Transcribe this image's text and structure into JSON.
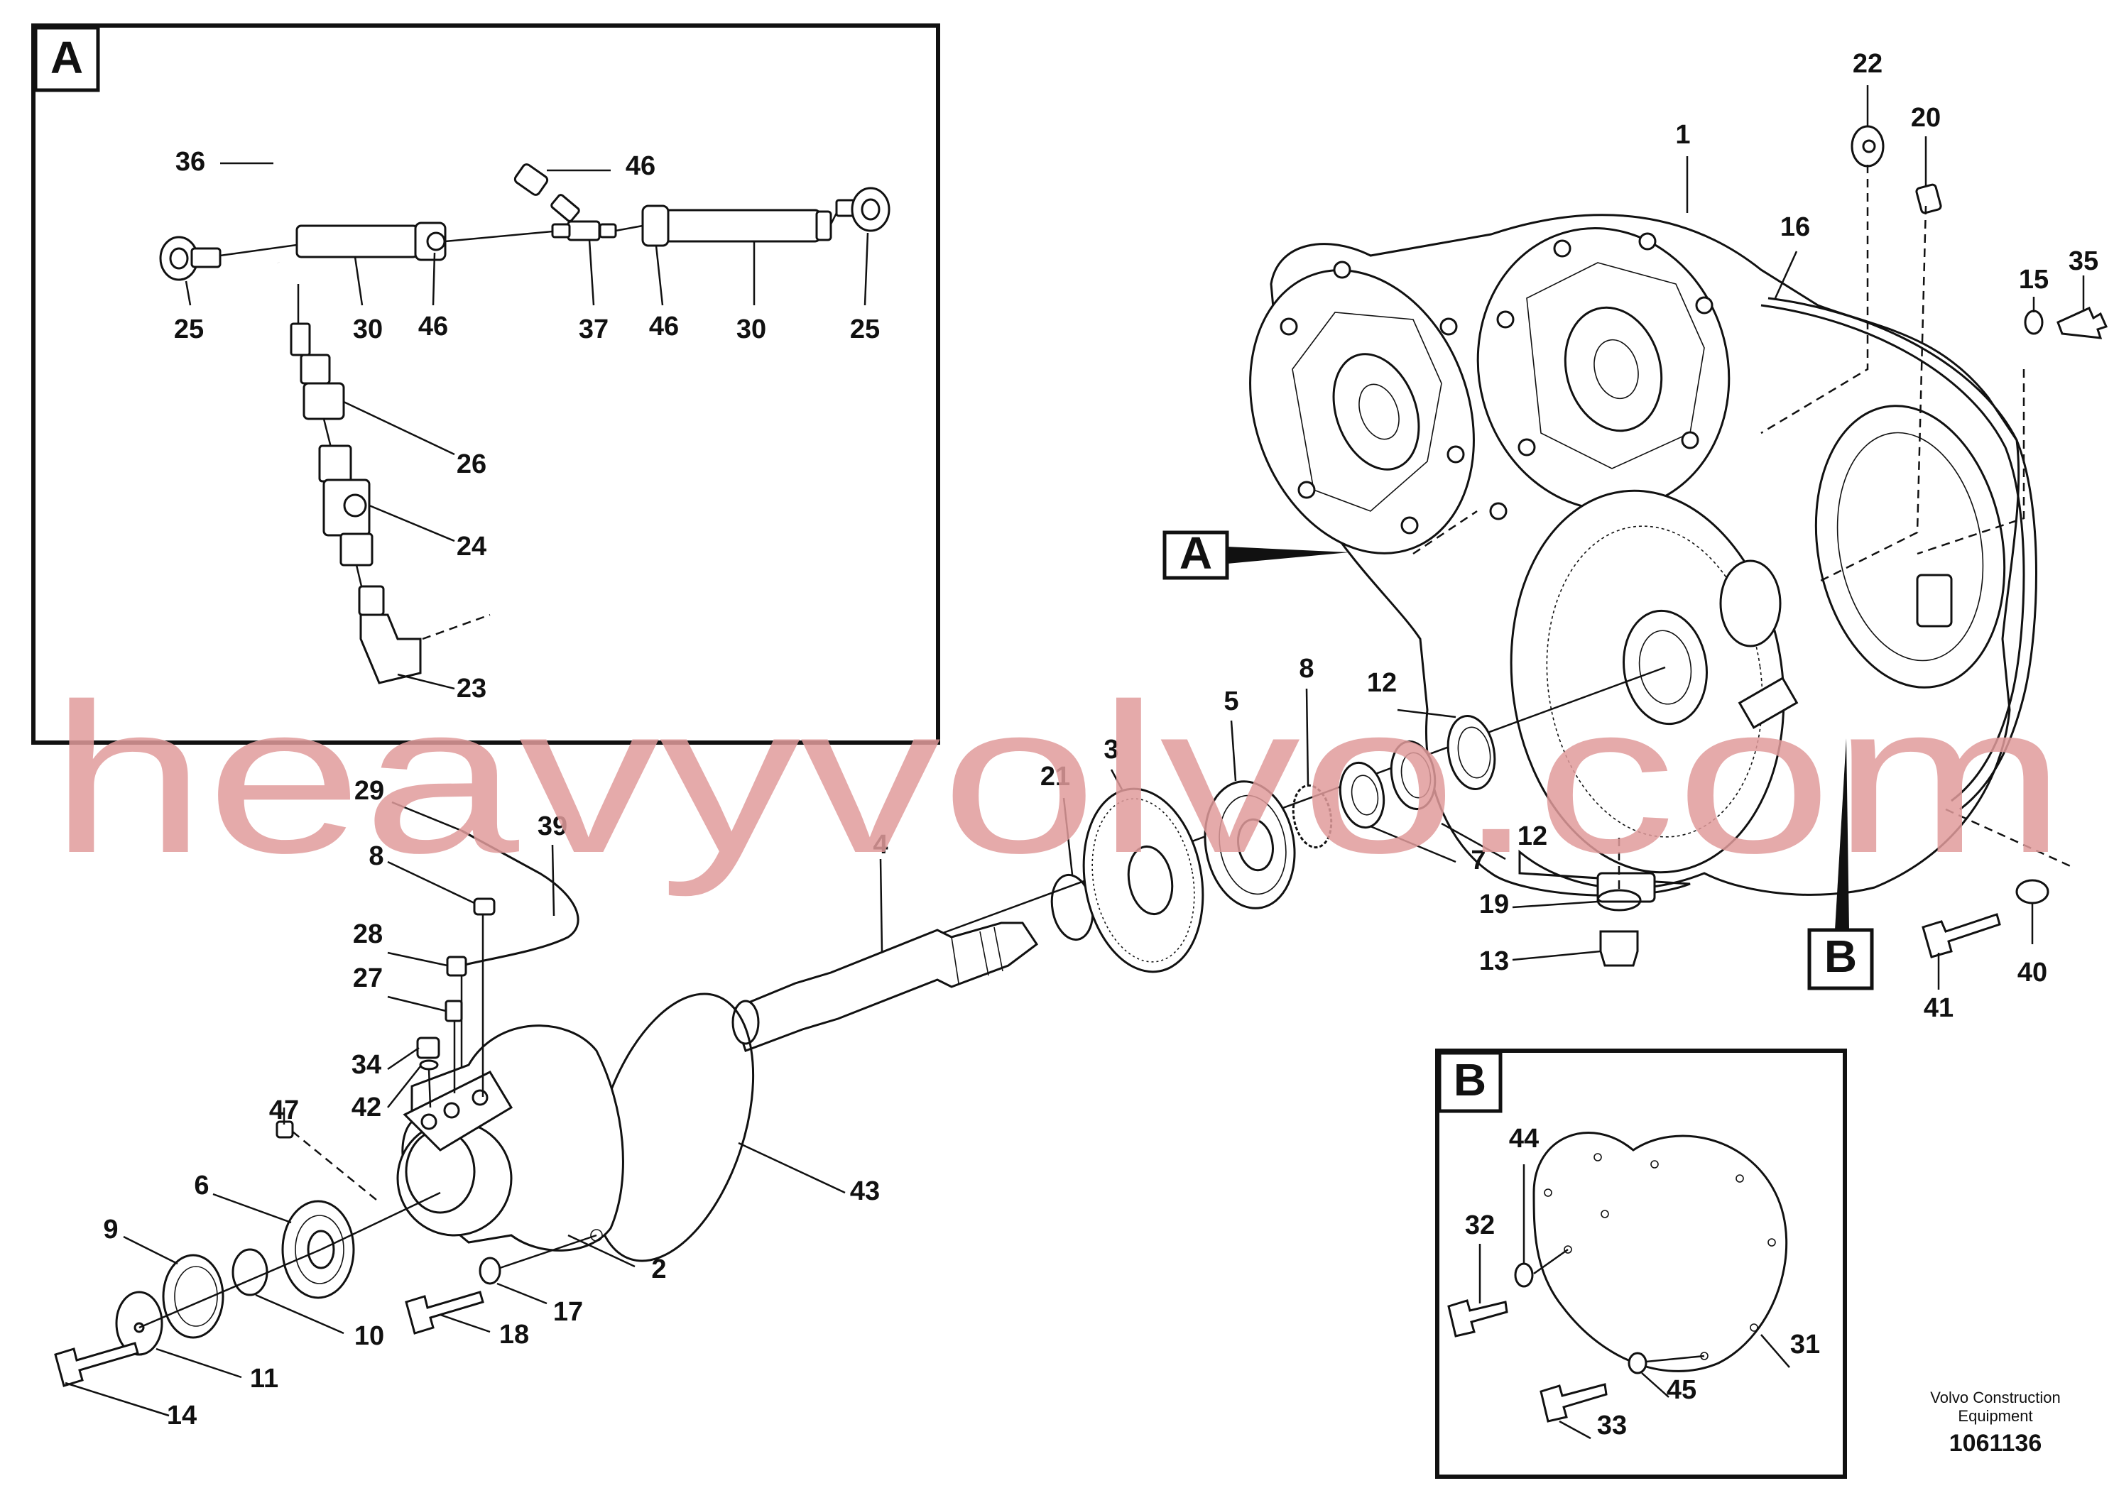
{
  "diagram": {
    "detail_boxes": [
      {
        "id": "A",
        "label": "A"
      },
      {
        "id": "B",
        "label": "B"
      }
    ],
    "pointer_labels": {
      "a": "A",
      "b": "B"
    },
    "callouts": {
      "c1": "1",
      "c2": "2",
      "c3": "3",
      "c4": "4",
      "c5": "5",
      "c6": "6",
      "c7": "7",
      "c8a": "8",
      "c8b": "8",
      "c9": "9",
      "c10": "10",
      "c11": "11",
      "c12a": "12",
      "c12b": "12",
      "c13": "13",
      "c14": "14",
      "c15": "15",
      "c16": "16",
      "c17": "17",
      "c18": "18",
      "c19": "19",
      "c20": "20",
      "c21": "21",
      "c22": "22",
      "c23": "23",
      "c24": "24",
      "c25a": "25",
      "c25b": "25",
      "c26": "26",
      "c27": "27",
      "c28": "28",
      "c29": "29",
      "c30a": "30",
      "c30b": "30",
      "c31": "31",
      "c32": "32",
      "c33": "33",
      "c34": "34",
      "c35": "35",
      "c36": "36",
      "c37": "37",
      "c39": "39",
      "c40": "40",
      "c41": "41",
      "c42": "42",
      "c43": "43",
      "c44": "44",
      "c45": "45",
      "c46a": "46",
      "c46b": "46",
      "c46c": "46",
      "c47": "47"
    },
    "credit_line1": "Volvo Construction",
    "credit_line2": "Equipment",
    "document_number": "1061136",
    "watermark": "heavyvolvo.com"
  }
}
